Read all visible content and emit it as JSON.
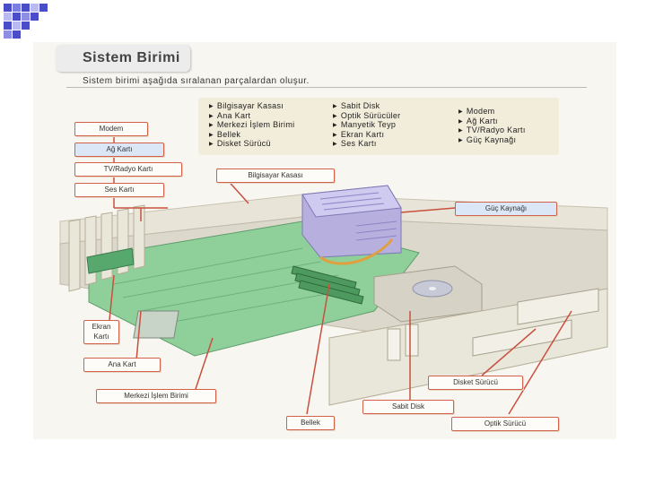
{
  "title": "Sistem Birimi",
  "subtitle": "Sistem birimi aşağıda sıralanan parçalardan oluşur.",
  "component_list": [
    [
      "Bilgisayar Kasası",
      "Ana Kart",
      "Merkezi İşlem Birimi",
      "Bellek",
      "Disket Sürücü"
    ],
    [
      "Sabit Disk",
      "Optik Sürücüler",
      "Manyetik Teyp",
      "Ekran Kartı",
      "Ses Kartı"
    ],
    [
      "Modem",
      "Ağ Kartı",
      "TV/Radyo Kartı",
      "Güç Kaynağı"
    ]
  ],
  "labels": {
    "modem": "Modem",
    "ag_karti": "Ağ Kartı",
    "tv_radyo": "TV/Radyo Kartı",
    "ses_karti": "Ses Kartı",
    "bilgisayar_kasasi": "Bilgisayar Kasası",
    "guc_kaynagi": "Güç Kaynağı",
    "ekran_karti": "Ekran Kartı",
    "ana_kart": "Ana Kart",
    "merkezi_islem_birimi": "Merkezi İşlem Birimi",
    "bellek": "Bellek",
    "sabit_disk": "Sabit Disk",
    "disket_surucu": "Disket Sürücü",
    "optik_surucu": "Optik Sürücü"
  },
  "colors": {
    "label_border": "#d2614a",
    "leader_line": "#c9503e",
    "board": "#8fcf9a",
    "psu": "#b7b0de",
    "list_background": "#f2ecda",
    "deco_square": "#4b4cc8"
  }
}
